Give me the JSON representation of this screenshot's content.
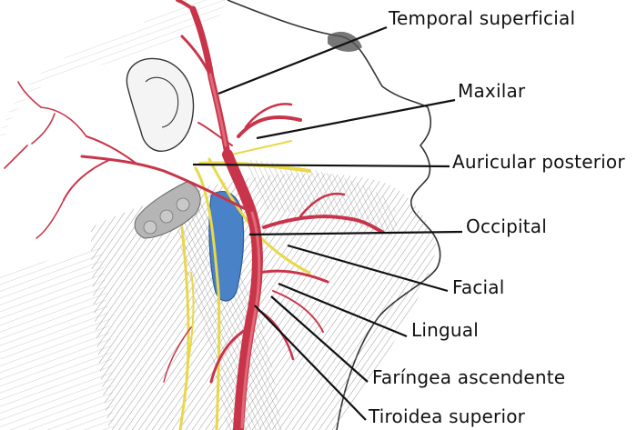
{
  "figure": {
    "labels": [
      "Temporal superficial",
      "Maxilar",
      "Auricular posterior",
      "Occipital",
      "Facial",
      "Lingual",
      "Faríngea ascendente",
      "Tiroidea superior"
    ]
  },
  "colors": {
    "artery": "#c8354a",
    "artery_highlight": "#e06a78",
    "vein": "#4a82c8",
    "nerve": "#e8d84a",
    "gland": "#b5b5b5",
    "hatch": "#8a8a8a",
    "ink": "#111111"
  }
}
